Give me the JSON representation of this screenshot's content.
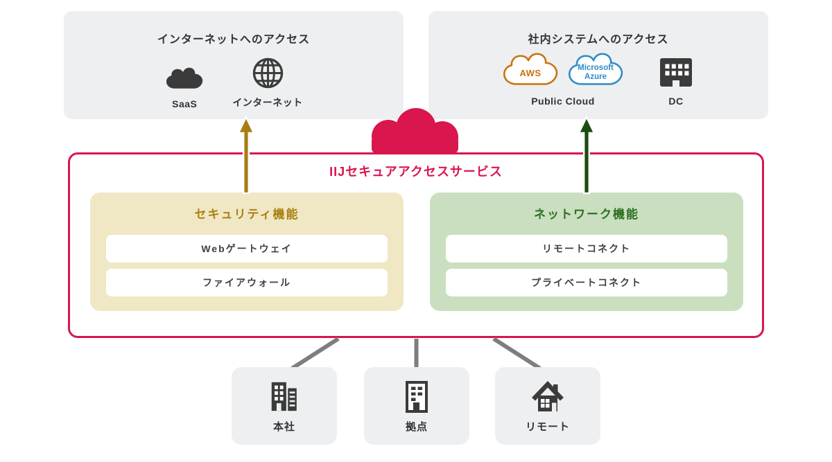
{
  "top_left": {
    "title": "インターネットへのアクセス",
    "items": [
      {
        "icon": "saas-cloud",
        "label": "SaaS"
      },
      {
        "icon": "internet-globe",
        "label": "インターネット"
      }
    ]
  },
  "top_right": {
    "title": "社内システムへのアクセス",
    "aws_label": "AWS",
    "azure_label": "Microsoft Azure",
    "public_cloud_label": "Public Cloud",
    "dc_label": "DC"
  },
  "service": {
    "title": "IIJセキュアアクセスサービス",
    "security": {
      "title": "セキュリティ機能",
      "items": [
        "Webゲートウェイ",
        "ファイアウォール"
      ]
    },
    "network": {
      "title": "ネットワーク機能",
      "items": [
        "リモートコネクト",
        "プライベートコネクト"
      ]
    }
  },
  "sites": [
    {
      "icon": "headquarters-building",
      "label": "本社"
    },
    {
      "icon": "branch-building",
      "label": "拠点"
    },
    {
      "icon": "remote-house",
      "label": "リモート"
    }
  ],
  "colors": {
    "brand_red": "#d9164d",
    "security_gold": "#a8810f",
    "security_bg": "#f0e7c4",
    "network_green": "#2e6f22",
    "network_bg": "#cadfbf",
    "arrow_gold": "#a87d15",
    "arrow_green": "#1d4b10",
    "panel_gray": "#edeff0",
    "icon_dark": "#3b3b3b",
    "aws_orange": "#c9720e",
    "azure_blue": "#2e8bc5",
    "connector_gray": "#7e7e7e"
  }
}
